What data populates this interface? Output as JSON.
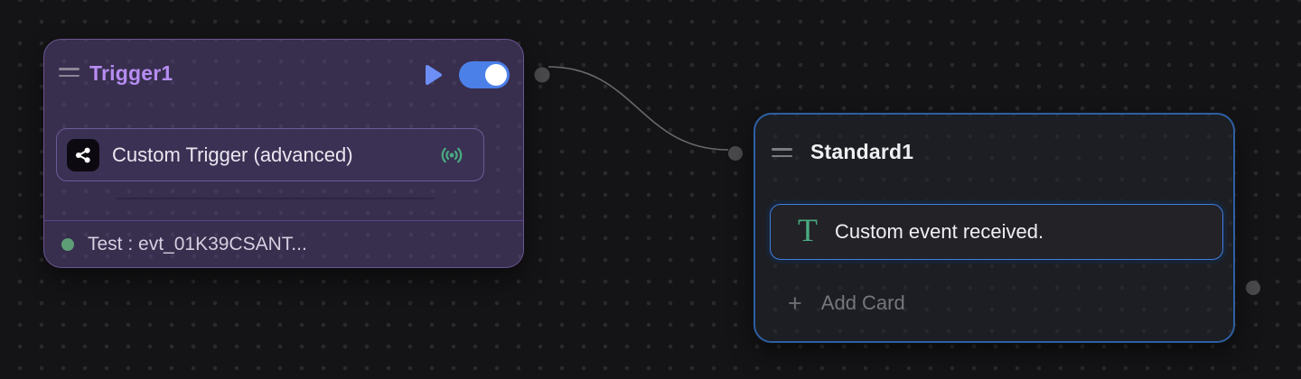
{
  "canvas": {
    "kind": "workflow-editor"
  },
  "colors": {
    "canvas-bg": "#141416",
    "canvas-dot": "#2a2a2c",
    "edge": "#69696b",
    "connector": "#4a4a4c",
    "trigger-bg": "#382e4e",
    "trigger-border": "#695591",
    "trigger-dot": "#43395a",
    "trigger-title": "#b68df2",
    "trigger-card-bg": "#3b3154",
    "trigger-card-border": "#6e5a97",
    "trigger-divider": "#584684",
    "play-blue": "#6d8ff5",
    "toggle-blue": "#4b80e9",
    "icon-green": "#4aab81",
    "status-green": "#5d9e76",
    "standard-bg": "#1c1e23",
    "standard-border": "#2d5fa3",
    "standard-dot": "#26282e",
    "standard-card-bg": "#222227",
    "standard-card-border": "#3f7fe0",
    "text-bright": "#f0f0f2",
    "text-soft": "#e9e6ef",
    "text-status": "#d5cfe0",
    "text-muted": "#76777c"
  },
  "trigger_node": {
    "title": "Trigger1",
    "card": {
      "label": "Custom Trigger (advanced)"
    },
    "status": {
      "label": "Test : evt_01K39CSANT..."
    },
    "toggle_state": "on"
  },
  "standard_node": {
    "title": "Standard1",
    "card": {
      "label": "Custom event received.",
      "icon_glyph": "T"
    },
    "add_card": {
      "plus_glyph": "+",
      "label": "Add Card"
    }
  }
}
